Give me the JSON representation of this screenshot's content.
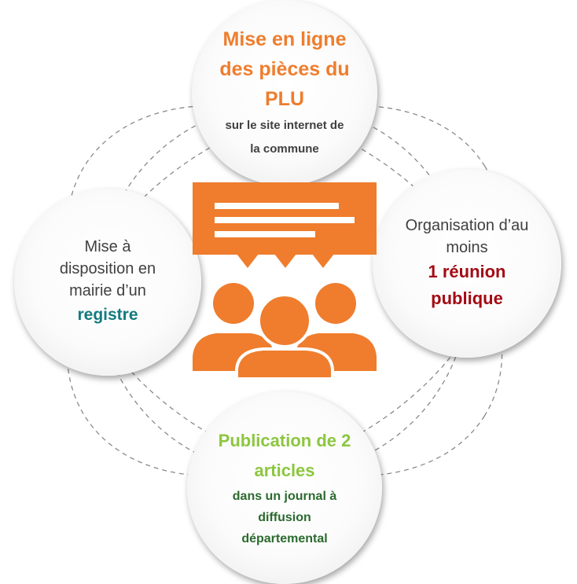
{
  "diagram": {
    "top": {
      "title_lines": [
        "Mise en ligne",
        "des pièces du",
        "PLU"
      ],
      "detail_lines": [
        "sur le site internet de",
        "la commune"
      ]
    },
    "right": {
      "text_lines": [
        "Organisation d’au",
        "moins"
      ],
      "highlight_lines": [
        "1 réunion",
        "publique"
      ]
    },
    "left": {
      "text_lines": [
        "Mise à",
        "disposition en",
        "mairie d’un"
      ],
      "highlight": "registre"
    },
    "bottom": {
      "title_lines": [
        "Publication de 2",
        "articles"
      ],
      "detail_lines": [
        "dans un journal à",
        "diffusion",
        "départemental"
      ]
    },
    "icon": "speech-bubble-group-icon",
    "colors": {
      "accent_orange": "#ef7d2d",
      "highlight_red": "#a30b14",
      "highlight_teal": "#137b7f",
      "title_green": "#8cc63f",
      "detail_green": "#2b6a2e",
      "text_gray": "#404040"
    }
  }
}
